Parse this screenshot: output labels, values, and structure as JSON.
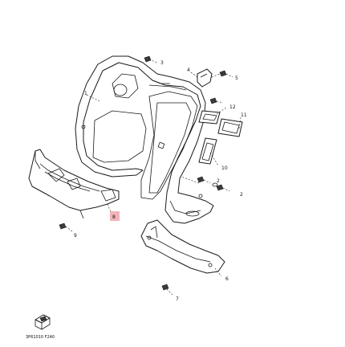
{
  "diagram": {
    "callouts": [
      {
        "id": "1",
        "text": "1"
      },
      {
        "id": "2a",
        "text": "2"
      },
      {
        "id": "2b",
        "text": "2"
      },
      {
        "id": "3",
        "text": "3"
      },
      {
        "id": "4",
        "text": "4"
      },
      {
        "id": "5",
        "text": "5"
      },
      {
        "id": "6",
        "text": "6"
      },
      {
        "id": "7",
        "text": "7"
      },
      {
        "id": "8",
        "text": "8"
      },
      {
        "id": "9",
        "text": "9"
      },
      {
        "id": "10",
        "text": "10"
      },
      {
        "id": "11",
        "text": "11"
      },
      {
        "id": "12",
        "text": "12"
      }
    ],
    "highlight_color": "#f2b3b8",
    "figure_code": "3P61010 F240"
  }
}
